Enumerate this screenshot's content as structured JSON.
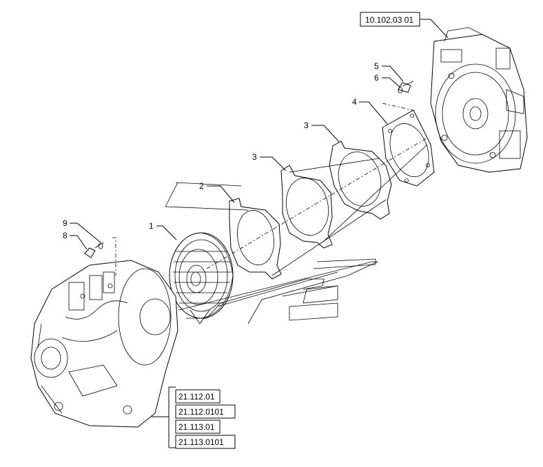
{
  "callouts": {
    "c1": "1",
    "c2": "2",
    "c3a": "3",
    "c3b": "3",
    "c4": "4",
    "c5": "5",
    "c6": "6",
    "c8": "8",
    "c9": "9"
  },
  "references": {
    "engine_ref": "10.102.03 01",
    "trans_refs": [
      "21.112.01",
      "21.112.0101",
      "21.113.01",
      "21.113.0101"
    ]
  }
}
